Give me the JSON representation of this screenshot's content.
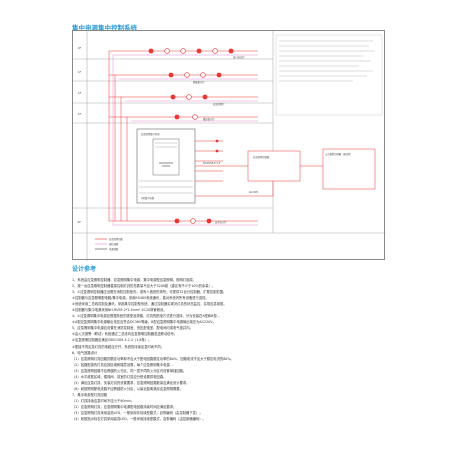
{
  "page": {
    "title": "集中电源集中控制系统",
    "design_title": "设计参考"
  },
  "diagram": {
    "row_labels": [
      "2F",
      "1F",
      "1F",
      "1F",
      "",
      "",
      "",
      "",
      "",
      "-1F"
    ],
    "device_labels": [
      "出口标志灯",
      "疏散指示灯",
      "应急照明灯",
      "楼层指示灯",
      "安全出口灯"
    ],
    "cabinet_title": "应急照明集中电源",
    "cabinet_sub": "A型集中电源",
    "controller_title": "应急照明控制器",
    "fire_panel": "火灾报警控制器（联动型）",
    "bus_label": "NH-RVSP-2*1.5",
    "power_label": "AC220V",
    "legend": [
      "应急照明回路",
      "通信线路",
      "电源线路"
    ]
  },
  "notes": [
    "1、系统由应急照明控制器、应急照明集中电源、集中电源型应急照明、照明灯组成。",
    "2、按一台应急照明控制器直接控制灯具的总数量不应大于3200套（建议有不少于10%的余量）。",
    "3、①应急照明控制器应设置在消防控制室内，或有人值班的场所；可提供32台分控制器，扩展控制范围。",
    "  ②控制器与应急照明配电箱/集中电源，采用RS485系统通讯，能对系统内所有设备进行巡检。",
    "  ③系统采用二总线控制及通讯，采用集中控制型系统，通过控制器实现对灯具的状态监控，实现应急疏散。",
    "  ④控制器与集中电源采用NH-RVSP-2*1.5mm²-SC20穿管敷设。",
    "4、①应急照明集中电源应根据系统的类型及规模、灯具的配电方式进行选择，分为安装在A型和B型...",
    "  ②A型应急照明集中电源输出电压应符合DC36V等级，B型应急照明集中电源输出电压为AC220V。",
    "5、应急照明集中电源应设置在消防控制室、低压配电室、配电间内或电气竖井内。",
    "  ③由火灾报警（联动）系统通过二总线向应急照明控制器发送联动信号。",
    "  ④应急照明控制器应满足GB51309-3.2.4（1-8条）。",
    "  ⑤配接不同应急灯具的电缆应分开，系统的持续应急时间不同。",
    "6、电气回路设计",
    "（1）应急照明灯具回路的额定功率和不应大于配电回路额定功率的80%，回路电流不应大于额定电流的80%。",
    "（2）回路配接的灯具应按区域和楼层设置，每个应急照明集中电源...",
    "（3）应急照明回路不应跨越防火分区，同一层不同防火分区可设置单独回路。",
    "（4）水平疏散区域、楼梯间、前室的灯具应分别设置供电回路。",
    "（5）满足应急灯具、安装灯具的设置要求，应急照明回路数量应满足设计要求。",
    "（6）疏散照明配电线路不应跨越防火分区，以最近距离满足应急照明需要。",
    "7、集中电源型灯具回路",
    "（1）灯具持续应急时间不应小于90min；",
    "（2）应急照明灯具，应急照明集中电源配电回路持续时间应满足要求；",
    "（3）应急照明灯具采用高亮LED，一般采用非持续型模式，自带编码（由控制器下发）；",
    "（4）疏散指示标志灯具采用高亮LED，一般采用持续型模式，自带编码（由控制器编码）。"
  ]
}
